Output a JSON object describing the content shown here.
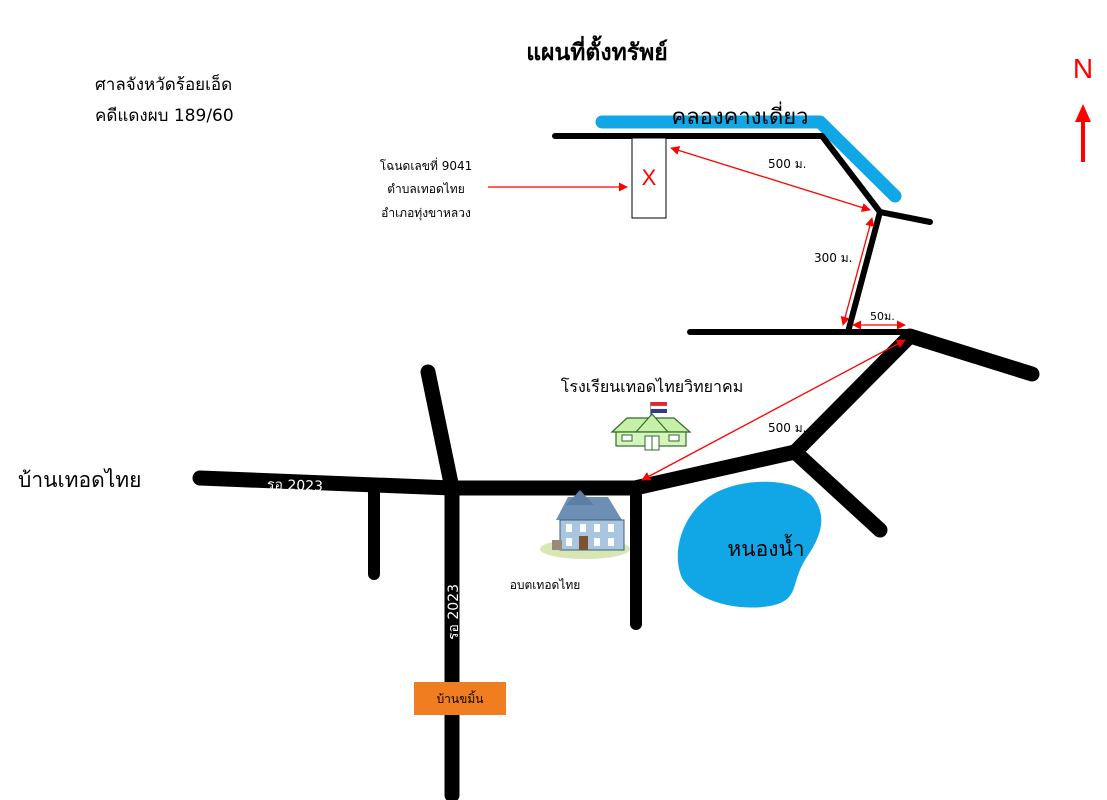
{
  "map": {
    "title": "แผนที่ตั้งทรัพย์",
    "court_name": "ศาลจังหวัดร้อยเอ็ด",
    "case_number": "คดีแดงผบ 189/60",
    "north_label": "N",
    "canal_name": "คลองคางเดี่ยว",
    "deed_number": "โฉนดเลขที่ 9041",
    "subdistrict": "ตำบลเทอดไทย",
    "district": "อำเภอทุ่งขาหลวง",
    "property_marker": "X",
    "school_name": "โรงเรียนเทอดไทยวิทยาคม",
    "village_west": "บ้านเทอดไทย",
    "road_horizontal": "รอ 2023",
    "road_vertical": "รอ 2023",
    "sao_office": "อบตเทอดไทย",
    "pond_name": "หนองน้ำ",
    "village_south": "บ้านขมิ้น",
    "dist_500_top": "500 ม.",
    "dist_300": "300 ม.",
    "dist_50": "50ม.",
    "dist_500_mid": "500 ม.",
    "colors": {
      "canal": "#11a7e6",
      "pond": "#11a7e6",
      "arrow": "#ff0000",
      "road": "#000000",
      "village_box": "#f07e21"
    }
  }
}
